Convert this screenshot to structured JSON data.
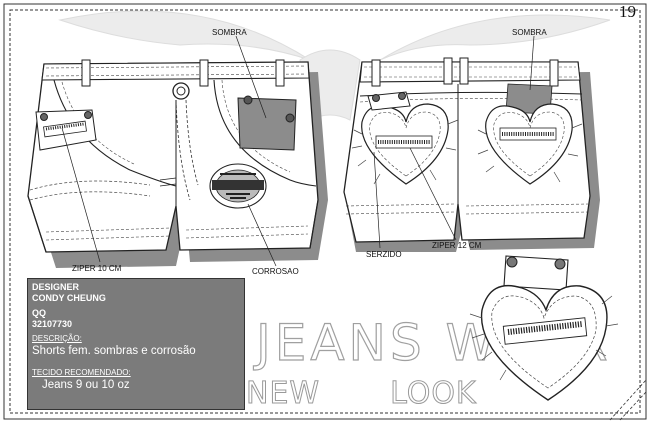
{
  "page_number": "19",
  "labels": {
    "sombra_front": "SOMBRA",
    "sombra_back": "SOMBRA",
    "ziper_front": "ZIPER 10 CM",
    "corrosao": "CORROSAO",
    "serzido": "SERZIDO",
    "ziper_back": "ZIPER 12 CM"
  },
  "info": {
    "designer_label": "DESIGNER",
    "designer_name": "CONDY CHEUNG",
    "qq_label": "QQ",
    "qq_number": "32107730",
    "descricao_label": "DESCRIÇÃO:",
    "descricao": "Shorts fem. sombras e corrosão",
    "tecido_label": "TECIDO RECOMENDADO:",
    "tecido": "Jeans 9 ou 10 oz"
  },
  "watermark": {
    "jeans_wear": "JEANS WEAR",
    "new": "NEW",
    "look": "LOOK"
  },
  "colors": {
    "shadow": "#8c8c8c",
    "outline": "#222222",
    "info_box": "#7b7b7b"
  }
}
